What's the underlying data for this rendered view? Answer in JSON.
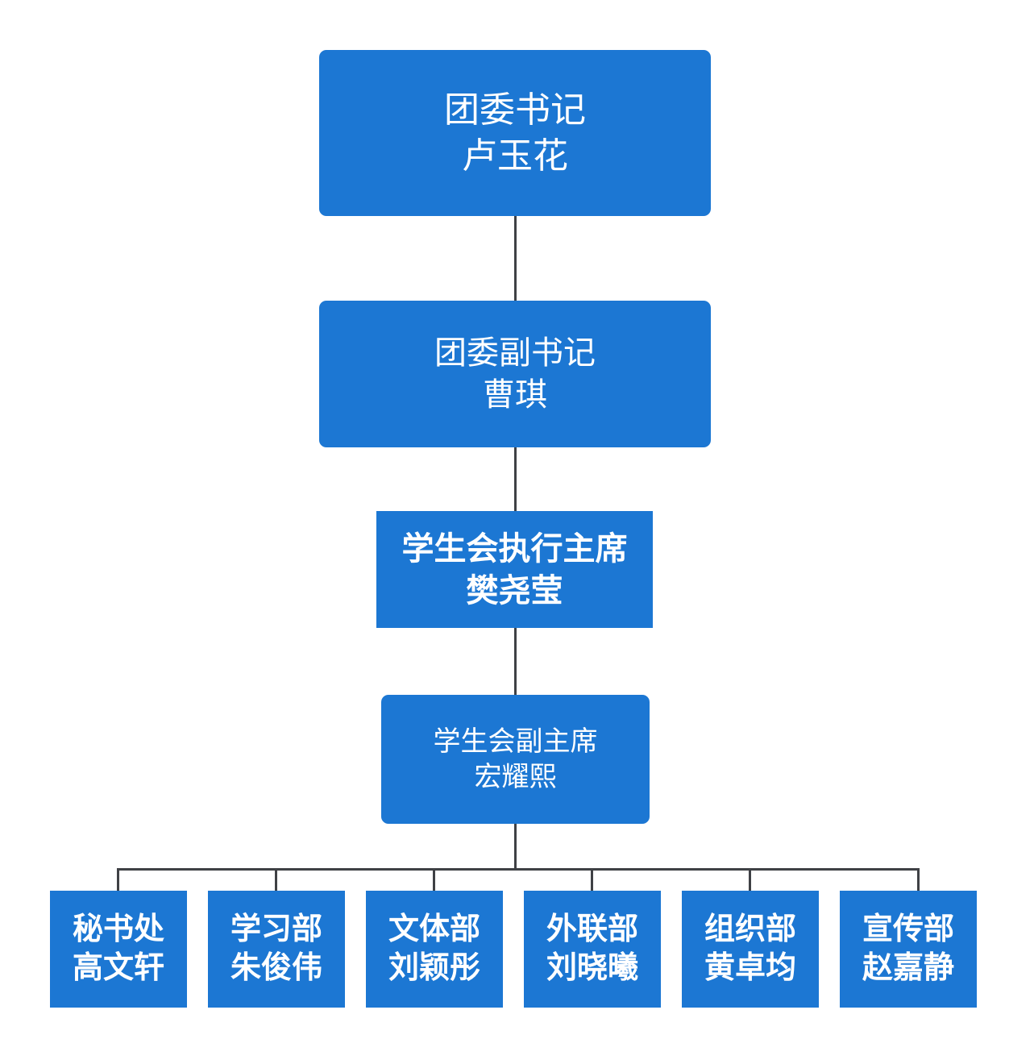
{
  "chart": {
    "type": "org-chart",
    "title": "",
    "theme": {
      "node_fill": "#1c77d3",
      "node_text": "#ffffff",
      "connector": "#3f4145",
      "background": "#ffffff"
    },
    "nodes": [
      {
        "id": "tw-secretary",
        "level": 0,
        "role": "团委书记",
        "person": "卢玉花",
        "shape": "rounded",
        "weight": "regular"
      },
      {
        "id": "tw-deputy",
        "level": 1,
        "role": "团委副书记",
        "person": "曹琪",
        "shape": "rounded",
        "weight": "regular"
      },
      {
        "id": "su-exec-chair",
        "level": 2,
        "role": "学生会执行主席",
        "person": "樊尧莹",
        "shape": "square",
        "weight": "bold"
      },
      {
        "id": "su-vice-chair",
        "level": 3,
        "role": "学生会副主席",
        "person": "宏耀熙",
        "shape": "rounded",
        "weight": "regular"
      }
    ],
    "departments": [
      {
        "id": "dept-secretariat",
        "role": "秘书处",
        "person": "高文轩"
      },
      {
        "id": "dept-study",
        "role": "学习部",
        "person": "朱俊伟"
      },
      {
        "id": "dept-culture",
        "role": "文体部",
        "person": "刘颖彤"
      },
      {
        "id": "dept-liaison",
        "role": "外联部",
        "person": "刘晓曦"
      },
      {
        "id": "dept-organization",
        "role": "组织部",
        "person": "黄卓均"
      },
      {
        "id": "dept-publicity",
        "role": "宣传部",
        "person": "赵嘉静"
      }
    ]
  }
}
